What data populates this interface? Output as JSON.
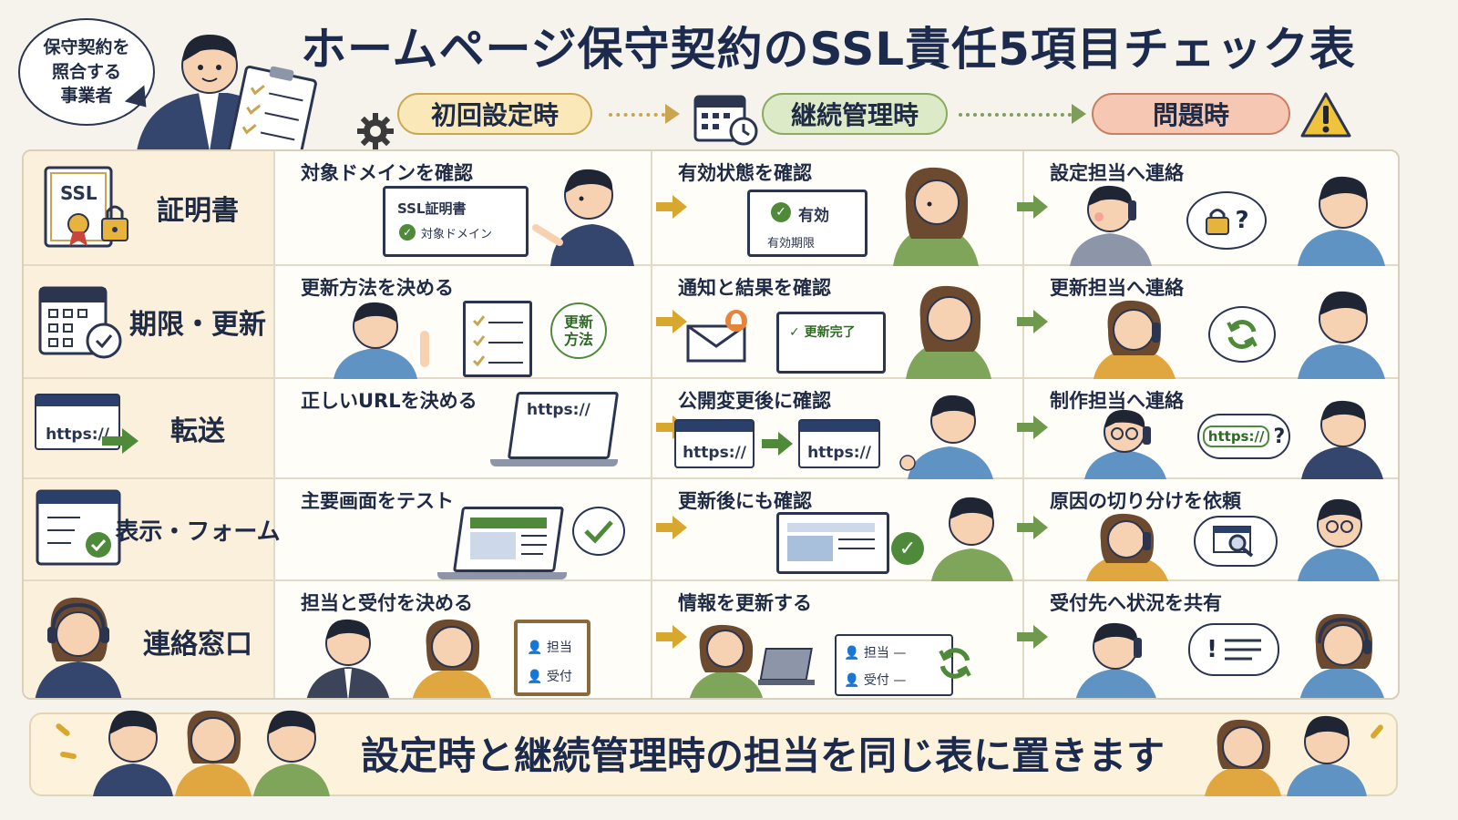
{
  "header": {
    "speaker_bubble": "保守契約を\n照合する\n事業者",
    "title": "ホームページ保守契約のSSL責任5項目チェック表",
    "stages": [
      "初回設定時",
      "継続管理時",
      "問題時"
    ]
  },
  "rows": [
    {
      "category": "証明書",
      "initial": "対象ドメインを確認",
      "ongoing": "有効状態を確認",
      "problem": "設定担当へ連絡",
      "details": {
        "cert_title": "SSL証明書",
        "cert_item": "対象ドメイン",
        "status": "有効",
        "expiry": "有効期限",
        "icon_text": "SSL"
      }
    },
    {
      "category": "期限・更新",
      "initial": "更新方法を決める",
      "ongoing": "通知と結果を確認",
      "problem": "更新担当へ連絡",
      "details": {
        "bubble": "更新\n方法",
        "done": "更新完了"
      }
    },
    {
      "category": "転送",
      "initial": "正しいURLを決める",
      "ongoing": "公開変更後に確認",
      "problem": "制作担当へ連絡",
      "details": {
        "url": "https://",
        "question": "?"
      }
    },
    {
      "category": "表示・フォーム",
      "initial": "主要画面をテスト",
      "ongoing": "更新後にも確認",
      "problem": "原因の切り分けを依頼"
    },
    {
      "category": "連絡窓口",
      "initial": "担当と受付を決める",
      "ongoing": "情報を更新する",
      "problem": "受付先へ状況を共有",
      "details": {
        "tanto": "担当",
        "uketsuke": "受付",
        "exclaim": "!"
      }
    }
  ],
  "footer": {
    "message": "設定時と継続管理時の担当を同じ表に置きます"
  },
  "colors": {
    "initial": "#fbe8b8",
    "ongoing": "#dceac8",
    "problem": "#f6c7b3",
    "arrow_gold": "#c9a552",
    "arrow_green": "#7f9c5b",
    "navy": "#1c2b4d"
  }
}
